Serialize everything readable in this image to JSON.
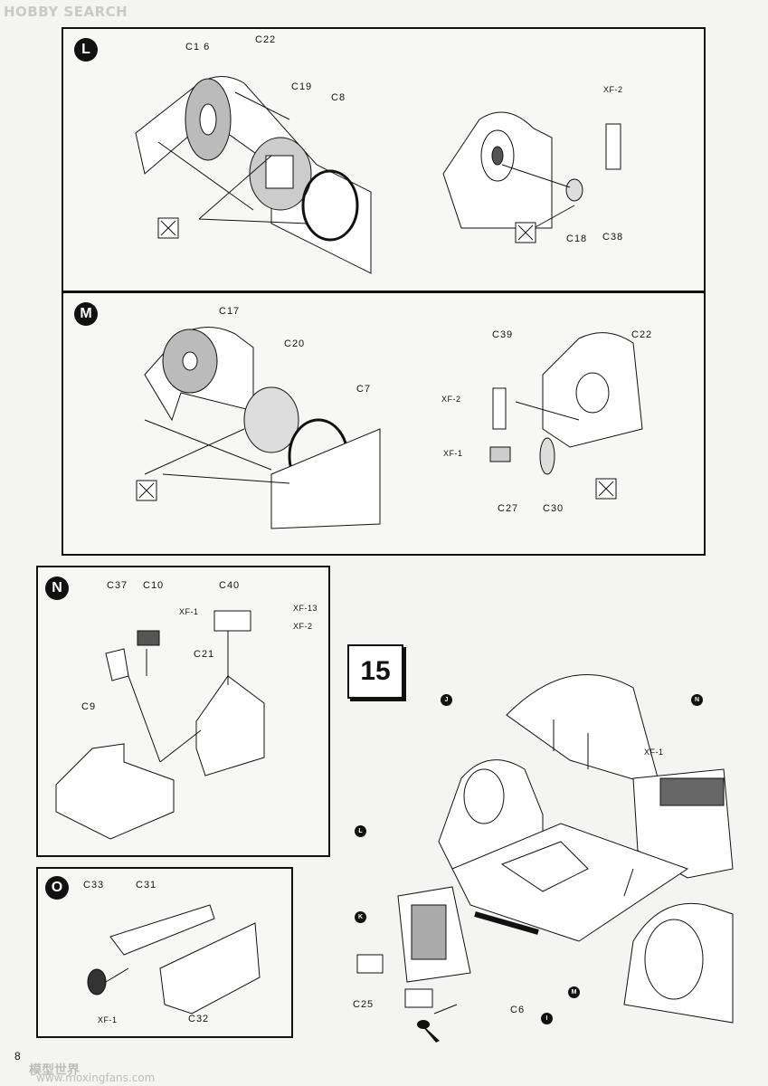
{
  "watermark": {
    "top": "HOBBY SEARCH",
    "bottom": "模型世界",
    "url": "www.moxingfans.com"
  },
  "page_number": "8",
  "step": "15",
  "panels": {
    "L": {
      "label": "L",
      "parts": [
        "C1 6",
        "C22",
        "C19",
        "C8",
        "XF-2",
        "C18",
        "C38"
      ]
    },
    "M": {
      "label": "M",
      "parts": [
        "C17",
        "C20",
        "C7",
        "C39",
        "XF-2",
        "C22",
        "XF-1",
        "C27",
        "C30"
      ]
    },
    "N": {
      "label": "N",
      "parts": [
        "C37",
        "C10",
        "XF-1",
        "C40",
        "XF-13",
        "XF-2",
        "C21",
        "C9"
      ]
    },
    "O": {
      "label": "O",
      "parts": [
        "C33",
        "C31",
        "XF-1",
        "C32"
      ]
    }
  },
  "assembly": {
    "markers": [
      "J",
      "N",
      "L",
      "K",
      "M",
      "I"
    ],
    "parts": [
      "XF-1",
      "C25",
      "C6"
    ]
  },
  "icons": [
    "no-glue-icon",
    "paint-dot-icon"
  ]
}
